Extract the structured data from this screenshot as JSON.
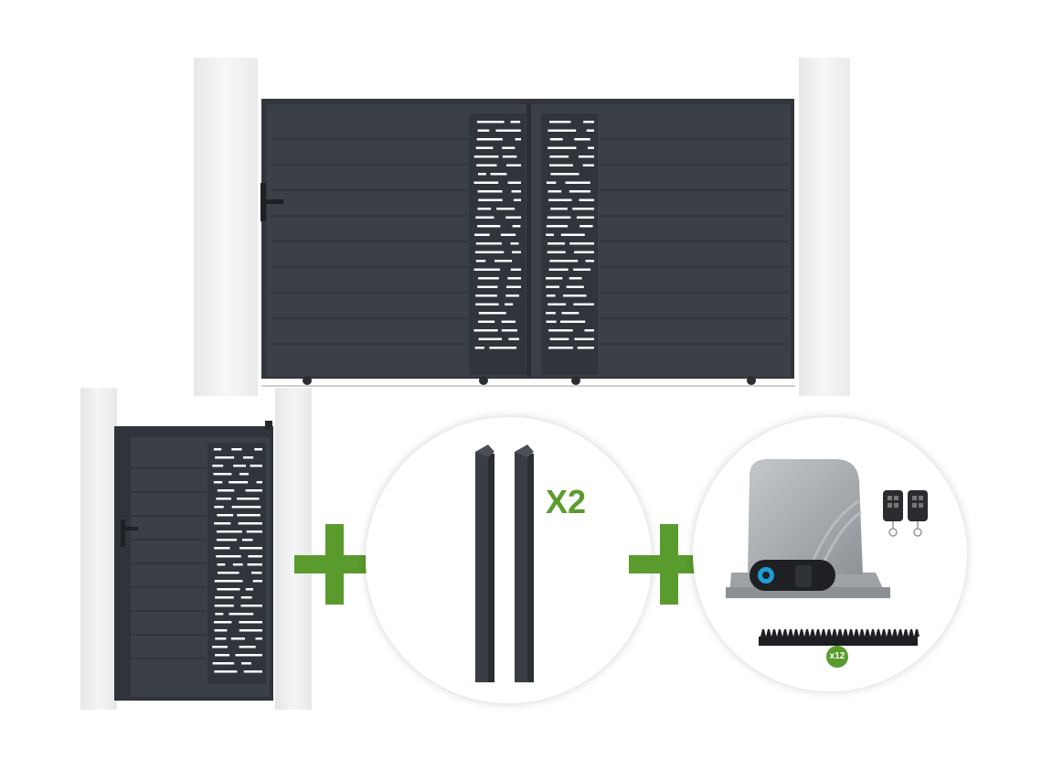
{
  "colors": {
    "gate": "#3b4047",
    "gate_dark": "#2c3036",
    "pillar": "#f1f2f2",
    "pillar_shade": "#e2e4e5",
    "accent_green": "#5a9b2e",
    "motor": "#a9adb1",
    "circle_bg": "#ffffff"
  },
  "product": {
    "main_gate": {
      "icon": "swing-gate-double-leaf"
    },
    "pedestrian_gate": {
      "icon": "pedestrian-gate-single-leaf"
    },
    "posts": {
      "icon": "aluminium-post-icon",
      "quantity_label": "X2"
    },
    "motor_kit": {
      "icon": "sliding-gate-motor-icon",
      "remote_icon": "remote-control-icon",
      "rack_quantity_label": "x12"
    }
  },
  "operators": {
    "plus_1": "+",
    "plus_2": "+"
  }
}
